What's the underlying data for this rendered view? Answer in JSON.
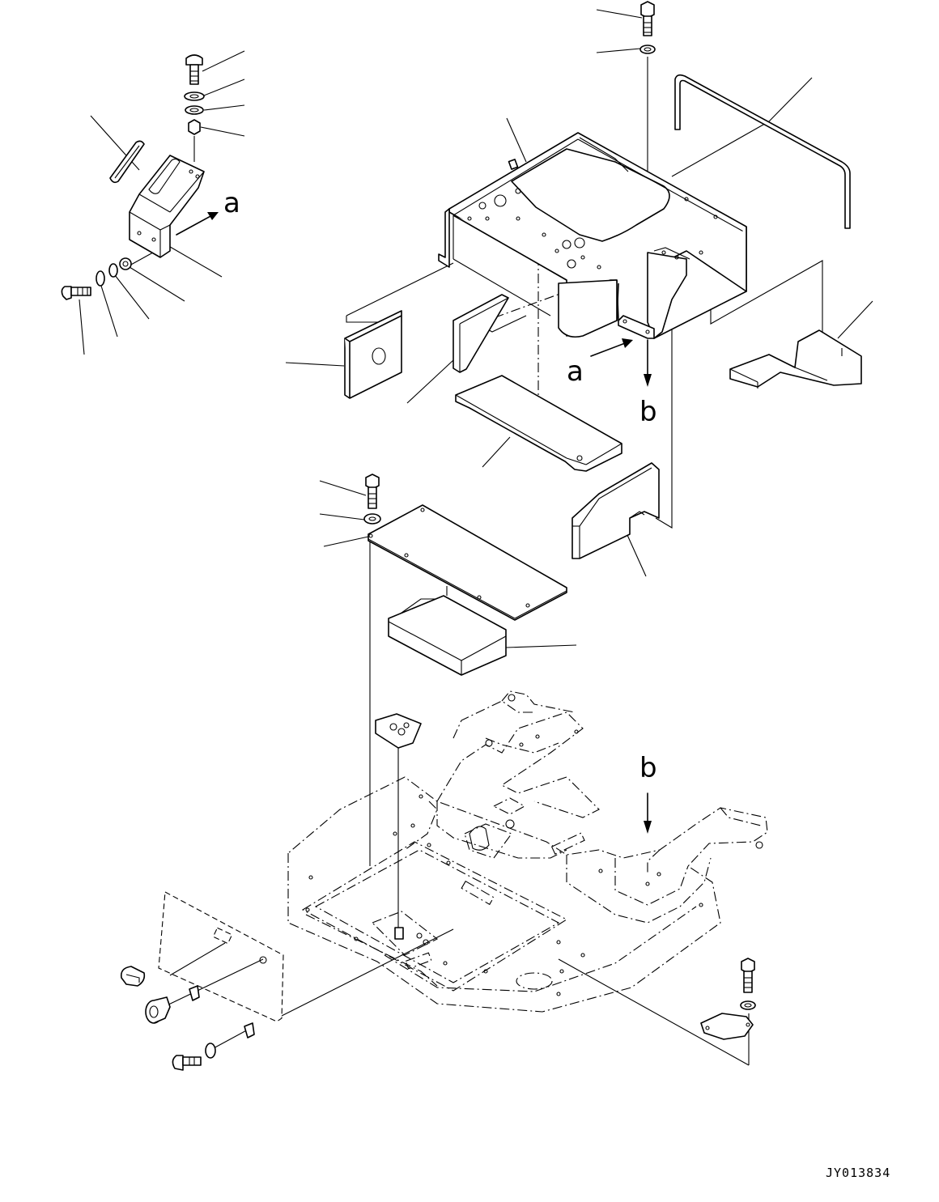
{
  "labels": {
    "view_a_top": "a",
    "view_a_mid": "a",
    "view_b_mid": "b",
    "view_b_low": "b"
  },
  "drawing_code": "JY013834"
}
